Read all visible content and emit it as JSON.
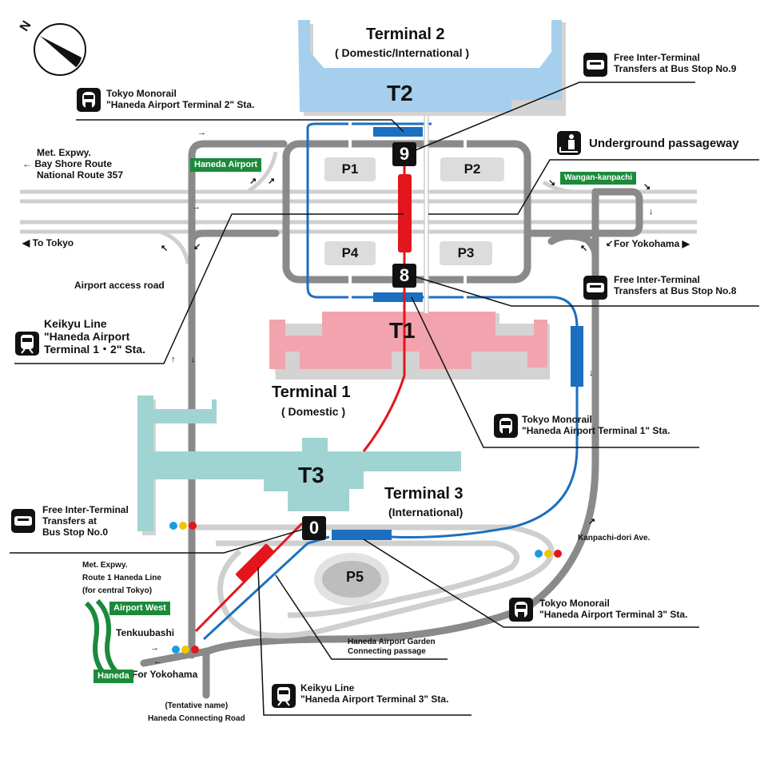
{
  "map": {
    "title": "Haneda Airport access map",
    "compass": {
      "label": "N"
    },
    "terminals": [
      {
        "code": "T2",
        "name": "Terminal 2",
        "sub": "( Domestic/International )",
        "color": "#a6cfee"
      },
      {
        "code": "T1",
        "name": "Terminal 1",
        "sub": "( Domestic )",
        "color": "#f3a3ad"
      },
      {
        "code": "T3",
        "name": "Terminal 3",
        "sub": "(International)",
        "color": "#9fd4d2"
      }
    ],
    "parking": [
      "P1",
      "P2",
      "P3",
      "P4",
      "P5"
    ],
    "bus_stops": [
      "9",
      "8",
      "0"
    ],
    "callouts": {
      "monorail_t2": {
        "icon": "monorail-icon",
        "line1": "Tokyo Monorail",
        "line2": "\"Haneda Airport Terminal 2\" Sta."
      },
      "bus9": {
        "icon": "bus-icon",
        "line1": "Free Inter-Terminal",
        "line2": "Transfers at Bus Stop No.9"
      },
      "underground": {
        "icon": "pedestrian-passage-icon",
        "line1": "Underground passageway"
      },
      "bus8": {
        "icon": "bus-icon",
        "line1": "Free Inter-Terminal",
        "line2": "Transfers at Bus Stop No.8"
      },
      "keikyu_t12": {
        "icon": "train-icon",
        "line1": "Keikyu Line",
        "line2": "\"Haneda Airport",
        "line3": "Terminal 1・2\" Sta."
      },
      "monorail_t1": {
        "icon": "monorail-icon",
        "line1": "Tokyo Monorail",
        "line2": "\"Haneda Airport Terminal 1\" Sta."
      },
      "bus0": {
        "icon": "bus-icon",
        "line1": "Free Inter-Terminal",
        "line2": "Transfers at",
        "line3": "Bus Stop No.0"
      },
      "monorail_t3": {
        "icon": "monorail-icon",
        "line1": "Tokyo Monorail",
        "line2": "\"Haneda Airport Terminal 3\" Sta."
      },
      "garden": {
        "line1": "Haneda Airport Garden",
        "line2": "Connecting passage"
      },
      "keikyu_t3": {
        "icon": "train-icon",
        "line1": "Keikyu Line",
        "line2": "\"Haneda Airport Terminal 3\" Sta."
      }
    },
    "roads": {
      "bayshore": {
        "line1": "Met. Expwy.",
        "line2": "← Bay Shore Route",
        "line3": "National Route 357"
      },
      "to_tokyo": "To Tokyo",
      "for_yokohama_east": "For Yokohama",
      "access_road": "Airport access road",
      "kanpachi": "Kanpachi-dori Ave.",
      "route1": {
        "line1": "Met. Expwy.",
        "line2": "Route 1 Haneda Line",
        "line3": "(for central Tokyo)"
      },
      "tenkuubashi": "Tenkuubashi",
      "for_yokohama_west": "For Yokohama",
      "connecting_road": {
        "line1": "(Tentative name)",
        "line2": "Haneda Connecting Road"
      }
    },
    "exits": {
      "haneda_airport": "Haneda Airport",
      "wangan_kanpachi": "Wangan-kanpachi",
      "airport_west": "Airport West",
      "haneda": "Haneda"
    },
    "colors": {
      "road": "#8a8a8a",
      "expressway": "#cfcfcf",
      "monorail": "#1c6fbf",
      "keikyu": "#e3161d",
      "exit_sign": "#1b8a3b"
    }
  }
}
